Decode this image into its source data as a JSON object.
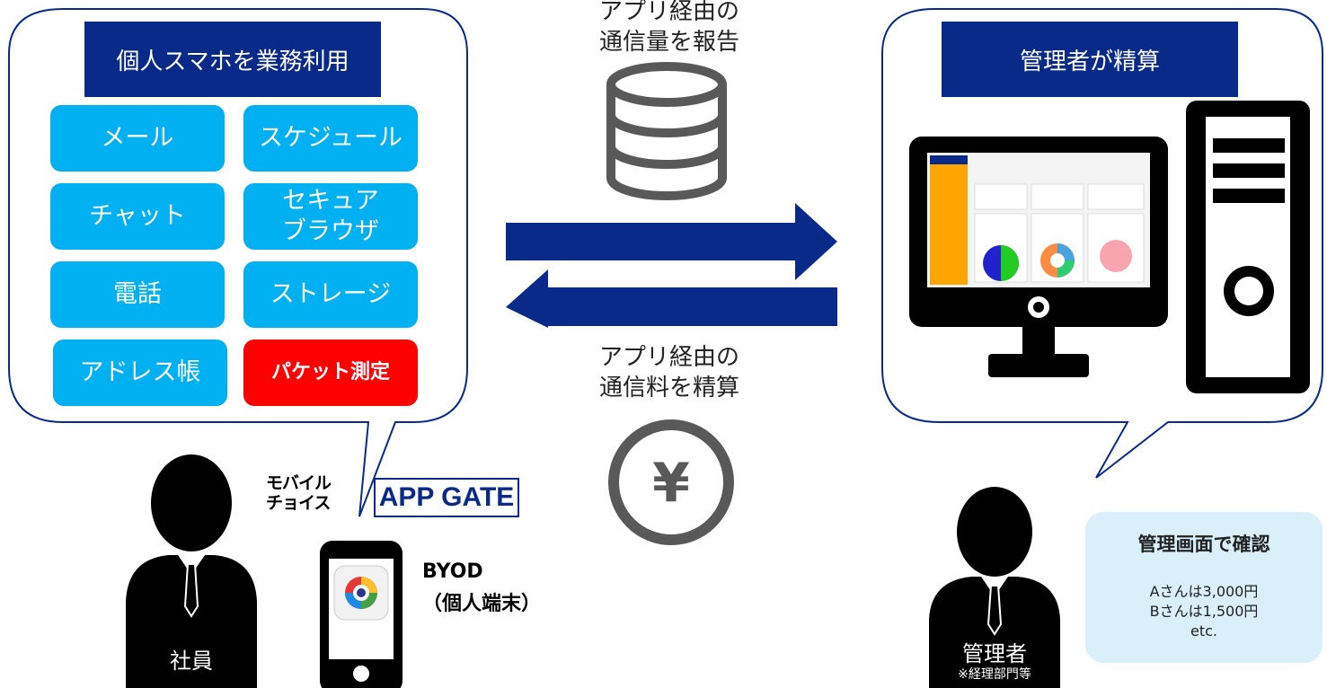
{
  "left_panel": {
    "header": "個人スマホを業務利用",
    "apps": [
      {
        "label": "メール"
      },
      {
        "label": "スケジュール"
      },
      {
        "label": "チャット"
      },
      {
        "label": "セキュア\nブラウザ"
      },
      {
        "label": "電話"
      },
      {
        "label": "ストレージ"
      },
      {
        "label": "アドレス帳"
      },
      {
        "label": "パケット測定",
        "highlight": true
      }
    ]
  },
  "right_panel": {
    "header": "管理者が精算"
  },
  "middle": {
    "report_caption": "アプリ経由の\n通信量を報告",
    "settle_caption": "アプリ経由の\n通信料を精算"
  },
  "logo": {
    "line1": "モバイル",
    "line2": "チョイス",
    "brand": "APP GATE"
  },
  "device": {
    "label_line1": "BYOD",
    "label_line2": "（個人端末）"
  },
  "employee": {
    "label": "社員"
  },
  "admin": {
    "label": "管理者",
    "note": "※経理部門等"
  },
  "confirm_box": {
    "title": "管理画面で確認",
    "lines": [
      "Aさんは3,000円",
      "Bさんは1,500円",
      "etc."
    ]
  },
  "colors": {
    "navy": "#0a2a8a",
    "app_blue": "#00b0f0",
    "alert_red": "#ff0000",
    "arrow": "#0a2a8a",
    "icon_gray": "#595959",
    "light_blue_box": "#d9f0fb"
  }
}
